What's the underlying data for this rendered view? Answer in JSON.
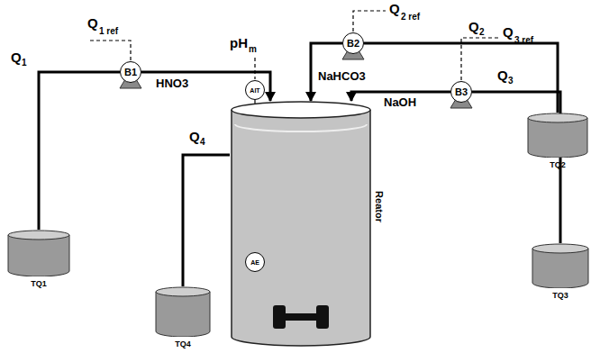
{
  "diagram": {
    "nodes": [
      {
        "text": [
          "B1"
        ]
      },
      {
        "text": [
          "B2"
        ]
      },
      {
        "text": [
          "B3"
        ]
      },
      {
        "text": [
          "AIT"
        ]
      },
      {
        "text": [
          "Reator"
        ]
      },
      {
        "text": [
          "AE"
        ],
        "in": 4
      },
      {
        "text": [
          "TQ1"
        ]
      },
      {
        "text": [
          "TQ2"
        ]
      },
      {
        "text": [
          "TQ3"
        ]
      },
      {
        "text": [
          "TQ4"
        ]
      }
    ],
    "edges": [
      {
        "from": 6,
        "to": 0,
        "arrow": "none"
      },
      {
        "from": 0,
        "to": 4,
        "arrow": "to",
        "label": "HNO3"
      },
      {
        "from": 7,
        "to": 1,
        "arrow": "none"
      },
      {
        "from": 1,
        "to": 4,
        "arrow": "to",
        "label": "NaHCO3"
      },
      {
        "from": 8,
        "to": 2,
        "arrow": "none"
      },
      {
        "from": 2,
        "to": 4,
        "arrow": "to",
        "label": "NaOH"
      },
      {
        "from": 4,
        "to": 9,
        "arrow": "none"
      },
      {
        "from": 3,
        "to": 5,
        "arrow": "none"
      }
    ],
    "labels": [
      "pH",
      "m",
      "Q",
      "1 ref",
      "Q",
      "1",
      "Q",
      "2 ref",
      "Q",
      "2",
      "Q",
      "3 ref",
      "Q",
      "3",
      "Q",
      "4"
    ]
  }
}
